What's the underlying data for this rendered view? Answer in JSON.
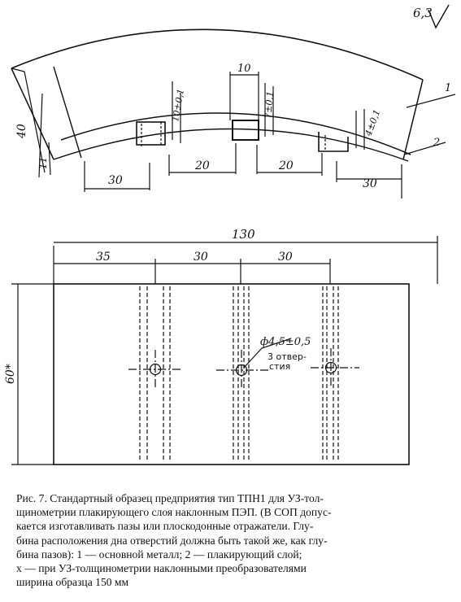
{
  "roughness_mark": "6,3",
  "top_view": {
    "dim_left_outer": "40",
    "dim_left_inner": "11",
    "dim_groove_width": "10",
    "dim_groove_depths": [
      "10±0,1",
      "7±0,1",
      "4±0,1"
    ],
    "dim_spacings": [
      "30",
      "20",
      "20",
      "30"
    ],
    "part_labels": [
      "1",
      "2"
    ]
  },
  "front_view": {
    "dim_total_width": "130",
    "dim_hole_positions": [
      "35",
      "30",
      "30"
    ],
    "dim_height": "60*",
    "hole_diameter": "ф4,5±0,5",
    "hole_count_line1": "3 отвер-",
    "hole_count_line2": "стия"
  },
  "caption_lines": [
    "Рис. 7. Стандартный образец предприятия тип ТПН1 для УЗ-тол-",
    "щинометрии плакирующего слоя наклонным ПЭП. (В СОП допус-",
    "кается изготавливать пазы или плоскодонные отражатели. Глу-",
    "бина расположения дна отверстий должна быть такой же, как глу-",
    "бина пазов): 1 — основной металл; 2 — плакирующий слой;",
    "х — при УЗ-толщинометрии наклонными преобразователями",
    "ширина образца 150 мм"
  ]
}
